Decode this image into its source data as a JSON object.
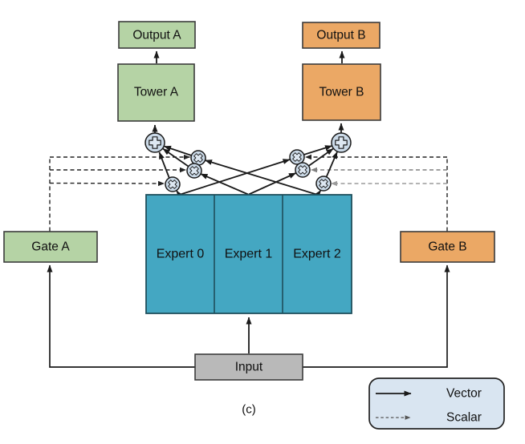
{
  "figure": {
    "caption": "(c)",
    "nodes": {
      "output_a": "Output A",
      "output_b": "Output B",
      "tower_a": "Tower A",
      "tower_b": "Tower B",
      "gate_a": "Gate A",
      "gate_b": "Gate B",
      "input": "Input",
      "experts": {
        "e0": "Expert 0",
        "e1": "Expert 1",
        "e2": "Expert 2"
      }
    },
    "operators": {
      "sum_node": "plus-circle",
      "multiply_node": "times-circle"
    },
    "legend": {
      "vector_label": "Vector",
      "scalar_label": "Scalar"
    },
    "colors": {
      "task_a": "#B5D3A5",
      "task_b": "#EBA865",
      "experts": "#44A7C2",
      "input": "#B9B9B9",
      "legend_bg": "#D9E5F1",
      "node_fill": "#CBDAE8",
      "node_glyph": "#DEE8F2",
      "vector_line": "#1A1A1A",
      "scalar_dark": "#222222",
      "scalar_mid": "#7F7F7F",
      "scalar_light": "#9C9C9C"
    }
  }
}
